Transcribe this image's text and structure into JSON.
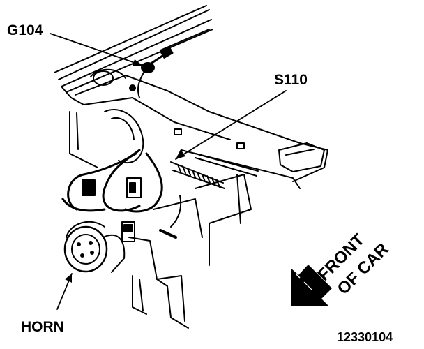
{
  "labels": {
    "ground": "G104",
    "splice": "S110",
    "horn": "HORN",
    "front_line1": "FRONT",
    "front_line2": "OF CAR",
    "figure_number": "12330104"
  },
  "colors": {
    "ink": "#000000",
    "paper": "#ffffff"
  },
  "icons": {
    "direction": "arrow-down-left-icon"
  }
}
